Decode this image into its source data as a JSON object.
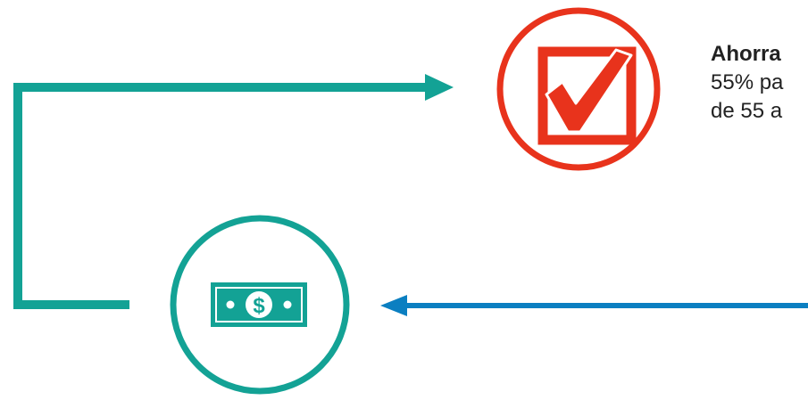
{
  "colors": {
    "teal": "#13a295",
    "blue": "#0b7fc1",
    "red": "#e8331c",
    "white": "#ffffff"
  },
  "icons": {
    "savings": "checkbox-check-icon",
    "income": "dollar-bill-icon"
  },
  "nodes": {
    "savings": {
      "title": "Ahorra",
      "line1": "55% pa",
      "line2": "de 55 a"
    },
    "income": {
      "bill_symbol": "$"
    }
  }
}
